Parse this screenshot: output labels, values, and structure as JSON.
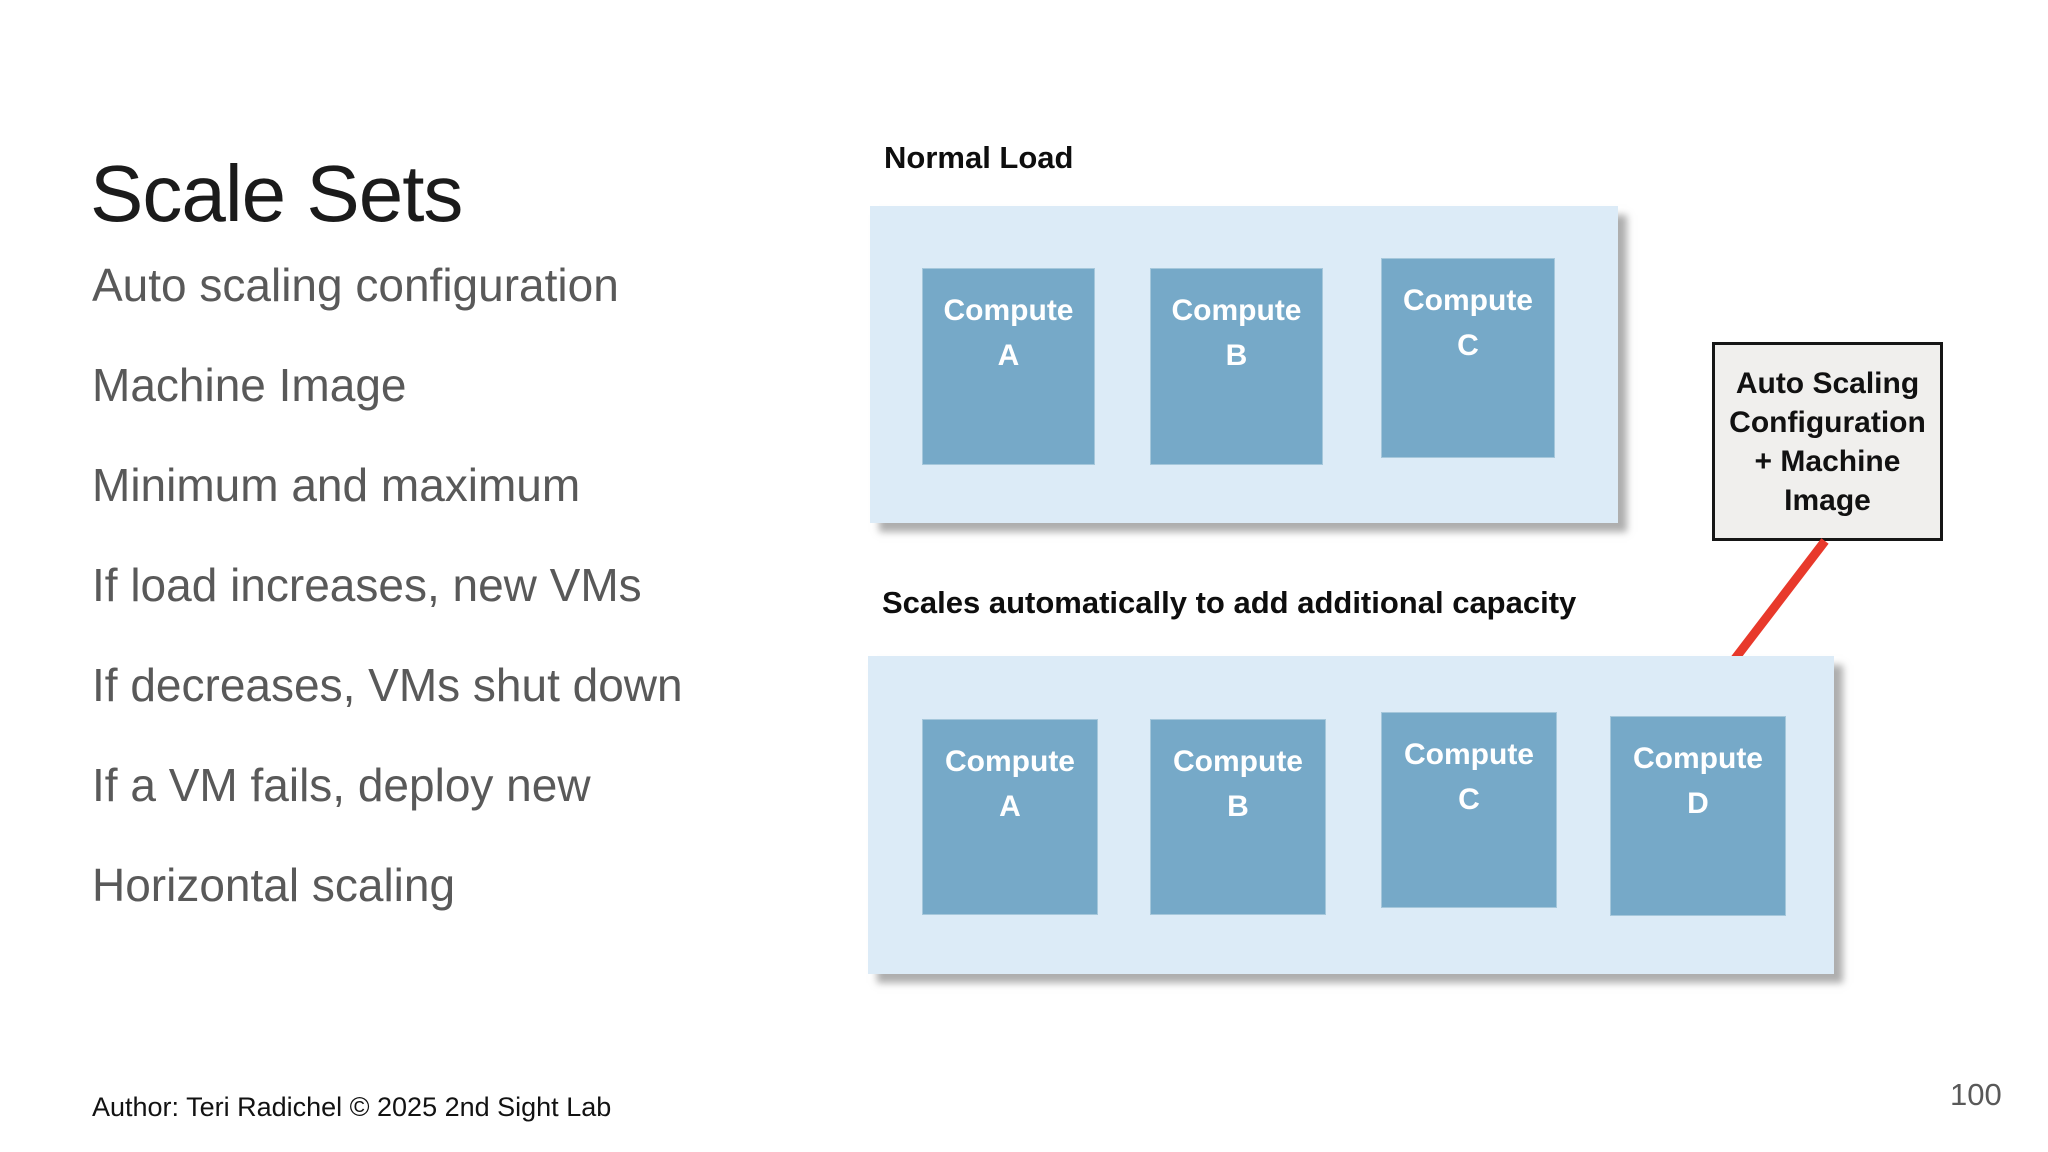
{
  "slide": {
    "title": "Scale Sets",
    "bullets": [
      "Auto scaling configuration",
      "Machine Image",
      "Minimum and maximum",
      "If load increases, new VMs",
      "If decreases, VMs shut down",
      "If a VM fails, deploy new",
      "Horizontal scaling"
    ],
    "footer": "Author: Teri Radichel © 2025 2nd Sight Lab",
    "page_number": "100"
  },
  "diagram": {
    "normal": {
      "label": "Normal Load",
      "boxes": [
        {
          "name": "Compute",
          "id": "A"
        },
        {
          "name": "Compute",
          "id": "B"
        },
        {
          "name": "Compute",
          "id": "C"
        }
      ]
    },
    "scaled": {
      "label": "Scales automatically to add additional capacity",
      "boxes": [
        {
          "name": "Compute",
          "id": "A"
        },
        {
          "name": "Compute",
          "id": "B"
        },
        {
          "name": "Compute",
          "id": "C"
        },
        {
          "name": "Compute",
          "id": "D"
        }
      ]
    },
    "callout": {
      "lines": [
        "Auto Scaling",
        "Configuration",
        "+ Machine",
        "Image"
      ]
    },
    "colors": {
      "container_bg": "#dcebf7",
      "box_bg": "#76a9c8",
      "box_text": "#ffffff",
      "callout_bg": "#f0efed",
      "callout_border": "#161616",
      "arrow": "#e8392b",
      "title_text": "#1b1b1b",
      "bullet_text": "#595959",
      "label_text": "#0e0e0e",
      "page_number_text": "#595959"
    }
  }
}
